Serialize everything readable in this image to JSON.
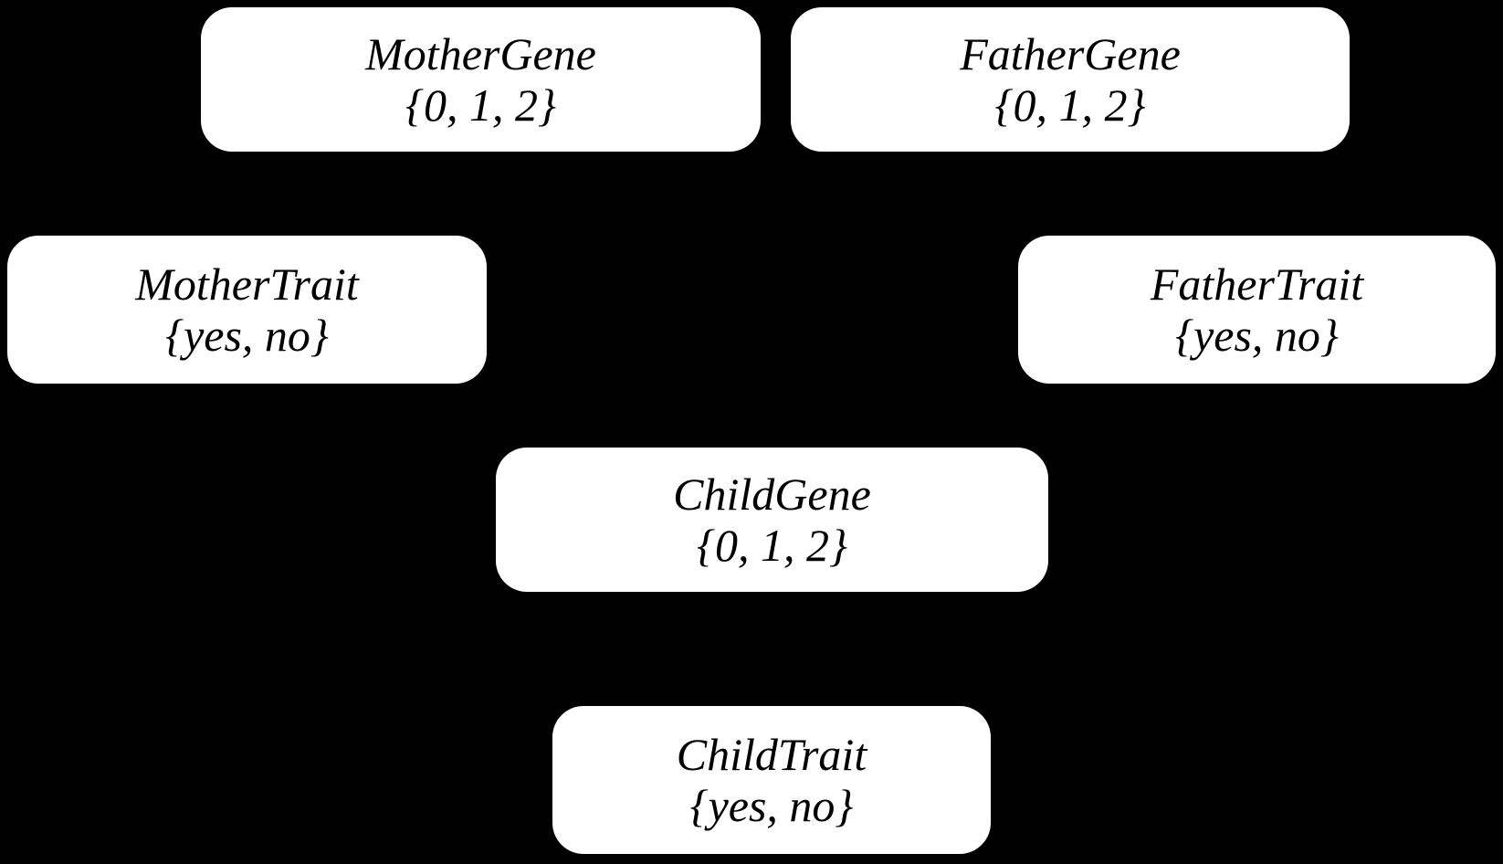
{
  "diagram": {
    "type": "bayesian-network",
    "title": "",
    "background_color": "#000000",
    "node_fill_color": "#ffffff",
    "node_text_color": "#000000",
    "edges_visible": false,
    "nodes": [
      {
        "id": "mother-gene",
        "name": "MotherGene",
        "domain": "{0, 1, 2}",
        "values": [
          "0",
          "1",
          "2"
        ]
      },
      {
        "id": "father-gene",
        "name": "FatherGene",
        "domain": "{0, 1, 2}",
        "values": [
          "0",
          "1",
          "2"
        ]
      },
      {
        "id": "mother-trait",
        "name": "MotherTrait",
        "domain": "{yes, no}",
        "values": [
          "yes",
          "no"
        ]
      },
      {
        "id": "father-trait",
        "name": "FatherTrait",
        "domain": "{yes, no}",
        "values": [
          "yes",
          "no"
        ]
      },
      {
        "id": "child-gene",
        "name": "ChildGene",
        "domain": "{0, 1, 2}",
        "values": [
          "0",
          "1",
          "2"
        ]
      },
      {
        "id": "child-trait",
        "name": "ChildTrait",
        "domain": "{yes, no}",
        "values": [
          "yes",
          "no"
        ]
      }
    ]
  }
}
